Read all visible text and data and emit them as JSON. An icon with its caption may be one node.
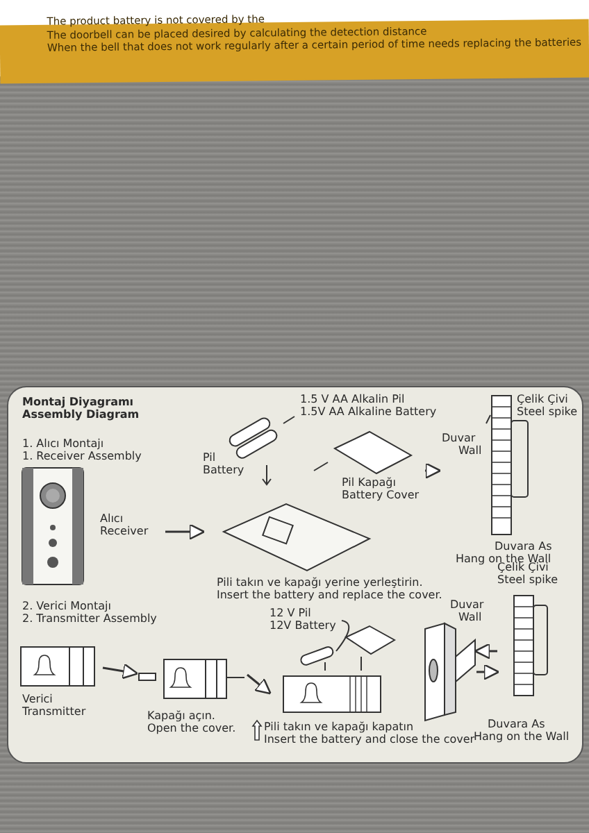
{
  "diagram": {
    "nodes": [
      {
        "text": [
          "Alıcı",
          "Receiver"
        ]
      },
      {
        "text": [
          "1.5 V AA Alkalin Pil",
          "1.5V AA Alkaline Battery",
          "Pil",
          "Battery",
          "Pil Kapağı",
          "Battery Cover"
        ]
      },
      {
        "text": [
          "Çelik Çivi",
          "Steel spike",
          "Duvar",
          "Wall",
          "Duvara As",
          "Hang on the Wall"
        ]
      },
      {
        "text": [
          "Verici",
          "Transmitter"
        ]
      },
      {
        "text": [
          "Kapağı açın.",
          "Open the cover."
        ]
      },
      {
        "text": [
          "12 V Pil",
          "12V Battery"
        ]
      },
      {
        "text": [],
        "shape": "picture"
      },
      {
        "text": [
          "Çelik Çivi",
          "Steel spike"
        ]
      }
    ],
    "edges": [
      {
        "from": 0,
        "to": 1,
        "arrow": "to"
      },
      {
        "from": 1,
        "to": 2,
        "arrow": "to"
      },
      {
        "from": 3,
        "to": 4,
        "arrow": "to"
      },
      {
        "from": 4,
        "to": 5,
        "arrow": "to"
      },
      {
        "from": 7,
        "to": 6,
        "arrow": "to"
      },
      {
        "from": 6,
        "to": 7,
        "arrow": "to"
      }
    ],
    "labels": [
      "The product battery is not covered by the",
      "The doorbell can be placed desired by calculating the detection distance",
      "When the bell that does not work regularly after a certain period of time needs replacing the batteries",
      "Montaj Diyagramı",
      "Assembly Diagram",
      "1. Alıcı Montajı",
      "1. Receiver Assembly",
      "Pili takın ve kapağı yerine yerleştirin.",
      "Insert the battery and replace the cover.",
      "2. Verici Montajı",
      "2. Transmitter Assembly",
      "Pili takın ve kapağı kapatın",
      "Insert the battery and close the cover",
      "Duvar",
      "Wall",
      "Duvara As",
      "Hang on the Wall"
    ]
  }
}
